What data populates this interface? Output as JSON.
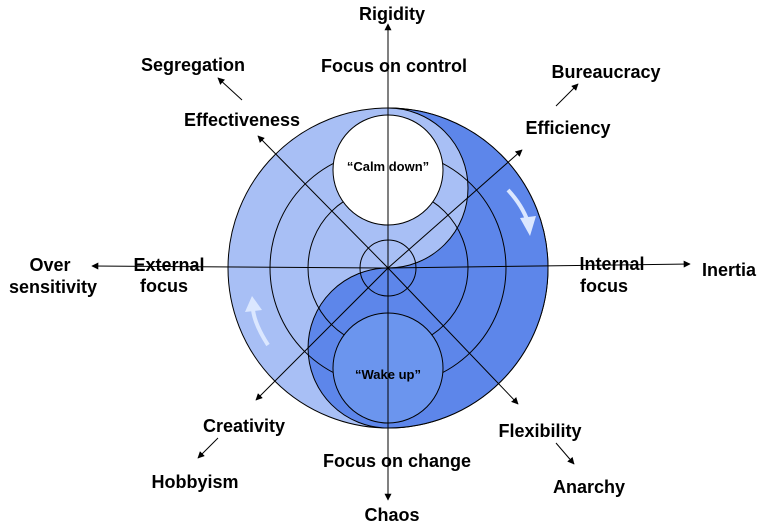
{
  "axes": {
    "top_inner": "Focus on control",
    "top_outer": "Rigidity",
    "bottom_inner": "Focus on change",
    "bottom_outer": "Chaos",
    "left_inner": [
      "External",
      "focus"
    ],
    "left_outer": [
      "Over",
      "sensitivity"
    ],
    "right_inner": [
      "Internal",
      "focus"
    ],
    "right_outer": "Inertia"
  },
  "diagonals": {
    "upper_left_inner": "Effectiveness",
    "upper_left_outer": "Segregation",
    "upper_right_inner": "Efficiency",
    "upper_right_outer": "Bureaucracy",
    "lower_left_inner": "Creativity",
    "lower_left_outer": "Hobbyism",
    "lower_right_inner": "Flexibility",
    "lower_right_outer": "Anarchy"
  },
  "centers": {
    "top_circle": "“Calm down”",
    "bottom_circle": "“Wake up”"
  },
  "colors": {
    "outer_light": "#a8bff5",
    "yin_dark": "#5d86ea",
    "bottom_circle": "#6b95ee",
    "line": "#000000",
    "arrow_flow": "#dbe7ff"
  }
}
